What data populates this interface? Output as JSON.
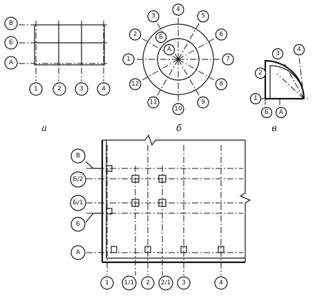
{
  "fig_a": {
    "caption": "а",
    "row_labels": [
      "В",
      "Б",
      "А"
    ],
    "col_labels": [
      "1",
      "2",
      "3",
      "4"
    ]
  },
  "fig_b": {
    "caption": "б",
    "ring_labels": [
      "1",
      "2",
      "3",
      "4",
      "5",
      "6",
      "7",
      "8",
      "9",
      "10",
      "11",
      "12"
    ],
    "inner_labels": [
      "Б",
      "А"
    ]
  },
  "fig_c": {
    "caption": "в",
    "radial_labels": [
      "1",
      "2",
      "3",
      "4"
    ],
    "ring_labels": [
      "Б",
      "А"
    ]
  },
  "fig_d": {
    "row_labels": [
      "В",
      "Б/2",
      "Б/1",
      "Б",
      "А"
    ],
    "col_labels": [
      "1",
      "1/1",
      "2",
      "2/1",
      "3",
      "4"
    ]
  }
}
